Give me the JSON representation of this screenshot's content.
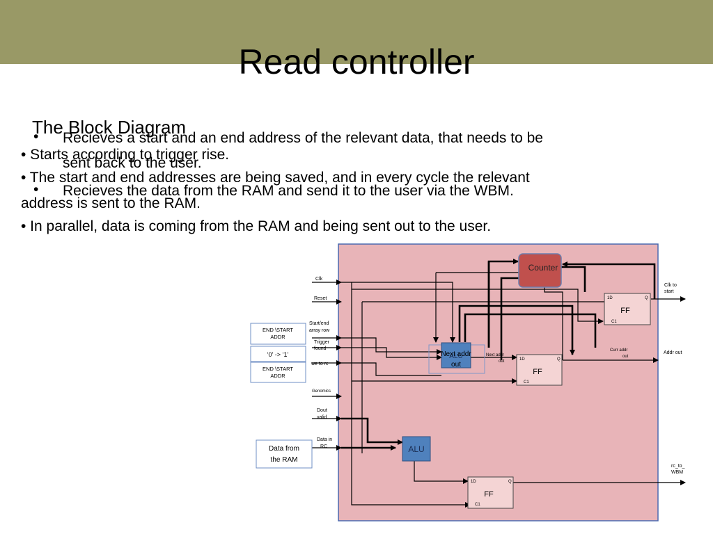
{
  "slide": {
    "title": "Read controller",
    "subtitle": "The Block Diagram",
    "bullets_overlay": [
      "Recieves a start and an end address of the relevant data, that needs to be",
      "sent back to the user.",
      "Recieves the data from the RAM and send it to the user via the WBM."
    ],
    "bullets": [
      "• Starts according to trigger rise.",
      "• The start and end addresses are being saved, and in every cycle the relevant",
      "address is sent to the RAM.",
      "• In parallel, data is coming from the RAM and being sent out to the user."
    ],
    "bullet_dot": "•"
  },
  "diagram": {
    "inputs": {
      "clk": "Clk",
      "reset": "Reset",
      "start_end_1": "Start/end",
      "start_end_2": "array row",
      "trigger_1": "Trigger",
      "trigger_2": "found",
      "we_to_rc": "we to rc",
      "genomics": "Genomics",
      "dout_valid_1": "Dout",
      "dout_valid_2": "valid",
      "data_in_rc_1": "Data in",
      "data_in_rc_2": "RC"
    },
    "outputs": {
      "clk_to_start_1": "Clk to",
      "clk_to_start_2": "start",
      "addr_out": "Addr out",
      "rc_to_wbm_1": "rc_to_",
      "rc_to_wbm_2": "WBM"
    },
    "blocks": {
      "counter": "Counter",
      "alu_top": "ALU",
      "alu_bottom": "ALU",
      "ff": "FF",
      "ff_d": "1D",
      "ff_q": "Q",
      "ff_c": "C1"
    },
    "signals": {
      "next_addr_out_1": "Next addr",
      "next_addr_out_2": "out",
      "curr_addr_out_1": "Curr addr",
      "curr_addr_out_2": "out",
      "next_addr_label_1": "Next addr",
      "next_addr_label_2": "out"
    },
    "annotations": {
      "end_start_addr_1_a": "END \\START",
      "end_start_addr_1_b": "ADDR",
      "zero_to_one": "‘0’ -> ‘1’",
      "end_start_addr_2_a": "END \\START",
      "end_start_addr_2_b": "ADDR",
      "data_from_ram_1": "Data from",
      "data_from_ram_2": "the RAM"
    },
    "colors": {
      "diagram_bg": "#e8b4b8",
      "diagram_border": "#4a6ab0",
      "counter_fill": "#c0504d",
      "alu_fill": "#4f81bd",
      "ff_fill": "#f4d4d4",
      "header_bar": "#999966"
    }
  }
}
